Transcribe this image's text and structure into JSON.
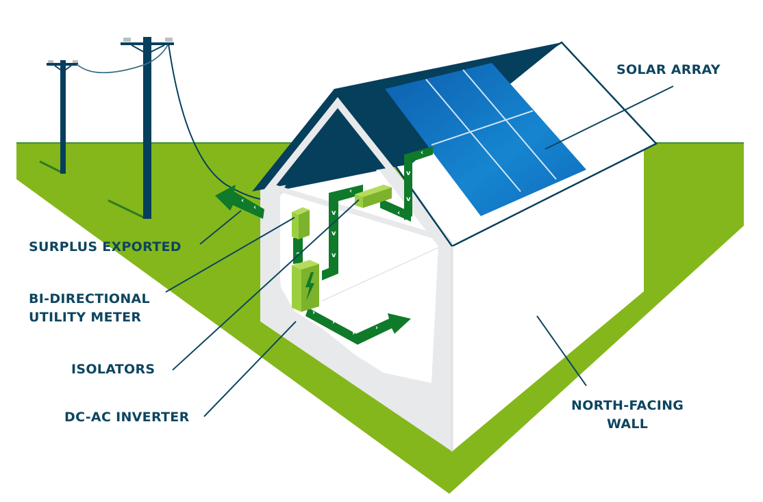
{
  "diagram": {
    "title": "Grid-connected solar PV home system",
    "colors": {
      "ground": "#84b71b",
      "ground_edge": "#3f8f2e",
      "roof": "#063f5c",
      "pole": "#063f5c",
      "panel": "#1177c7",
      "panel_light": "#2aa0e0",
      "flow_arrow": "#0e7a2a",
      "component": "#9ccf3f",
      "component_dark": "#7db22c",
      "wall_shade": "#e8e9eb",
      "label_text": "#0d4560"
    },
    "labels": {
      "solar_array": "SOLAR ARRAY",
      "surplus_exported": "SURPLUS EXPORTED",
      "bi_directional_line1": "BI-DIRECTIONAL",
      "bi_directional_line2": "UTILITY METER",
      "isolators": "ISOLATORS",
      "inverter": "DC-AC INVERTER",
      "north_wall_line1": "NORTH-FACING",
      "north_wall_line2": "WALL"
    },
    "components": [
      {
        "id": "solar-array",
        "name": "Solar array",
        "panels": 6
      },
      {
        "id": "isolator-roof",
        "name": "Isolator (roof side)"
      },
      {
        "id": "utility-meter",
        "name": "Bi-directional utility meter"
      },
      {
        "id": "inverter",
        "name": "DC-AC inverter",
        "icon": "lightning-bolt-icon"
      },
      {
        "id": "power-poles",
        "name": "Utility power poles",
        "count": 2
      }
    ],
    "flows": [
      {
        "from": "solar-array",
        "to": "isolator-roof"
      },
      {
        "from": "isolator-roof",
        "to": "inverter"
      },
      {
        "from": "inverter",
        "to": "utility-meter"
      },
      {
        "from": "inverter",
        "to": "household-load"
      },
      {
        "from": "utility-meter",
        "to": "grid",
        "label": "surplus exported"
      }
    ]
  }
}
